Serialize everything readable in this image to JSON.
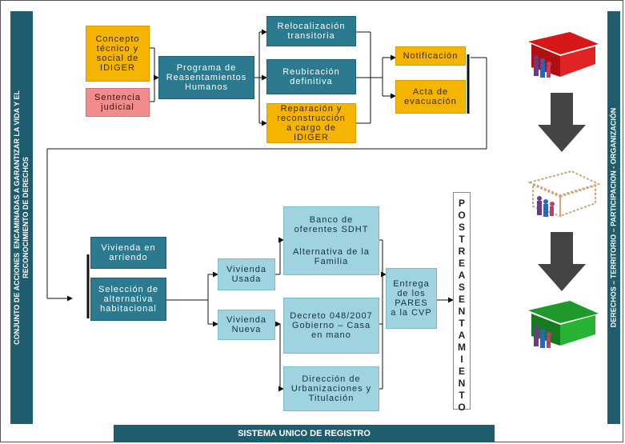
{
  "sidebars": {
    "left": "CONJUNTO DE ACCIONES  ENCAMINADAS A GARANTIZAR LA VIDA Y EL\nRECONOCIMIENTO DE DERECHOS",
    "right": "DERECHOS – TERRITORIO – PARTICIPACION - ORGANIZACIÓN"
  },
  "nodes": {
    "concepto": "Concepto\ntécnico y\nsocial de\nIDIGER",
    "sentencia": "Sentencia\njudicial",
    "programa": "Programa de\nReasentamientos\nHumanos",
    "relocalizacion": "Relocalización\ntransitoria",
    "reubicacion": "Reubicación\ndefinitiva",
    "reparacion": "Reparación y\nreconstrucción\na cargo de IDIGER",
    "notificacion": "Notificación",
    "acta": "Acta de\nevacuación",
    "arriendo": "Vivienda en\narriendo",
    "seleccion": "Selección de\nalternativa\nhabitacional",
    "usada": "Vivienda\nUsada",
    "nueva": "Vivienda\nNueva",
    "banco": "Banco de\noferentes SDHT",
    "alternativa": "Alternativa de la\nFamilia",
    "decreto": "Decreto 048/2007\nGobierno – Casa\nen mano",
    "direccion": "Dirección de\nUrbanizaciones y\nTitulación",
    "entrega": "Entrega\nde los\nPARES\na la CVP",
    "post": "POSTREASENTAMIENTO"
  },
  "footer": "SISTEMA UNICO DE REGISTRO",
  "icons": [
    "red-house-family-icon",
    "down-arrow-icon",
    "outline-house-family-icon",
    "down-arrow-icon",
    "green-house-family-icon"
  ]
}
